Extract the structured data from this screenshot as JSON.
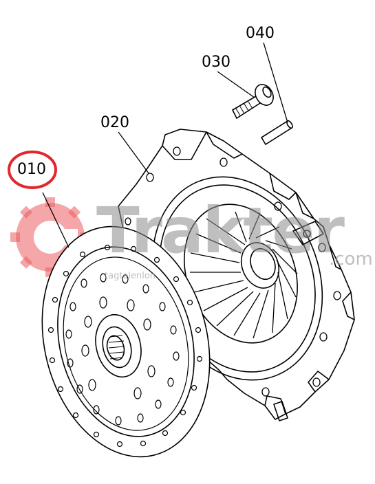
{
  "callouts": {
    "c040": "040",
    "c030": "030",
    "c020": "020",
    "c010": "010"
  },
  "highlight": {
    "target": "010",
    "color": "#e3262b"
  },
  "watermark": {
    "brand": "Trakter",
    "suffix": ".com",
    "tagline": "tagtalenlon",
    "color": "#e3262b",
    "text_color": "#8c8c8c"
  },
  "icons": [
    "gear-logo-icon",
    "clutch-disc-icon",
    "pressure-plate-icon",
    "bolt-icon",
    "dowel-pin-icon"
  ]
}
